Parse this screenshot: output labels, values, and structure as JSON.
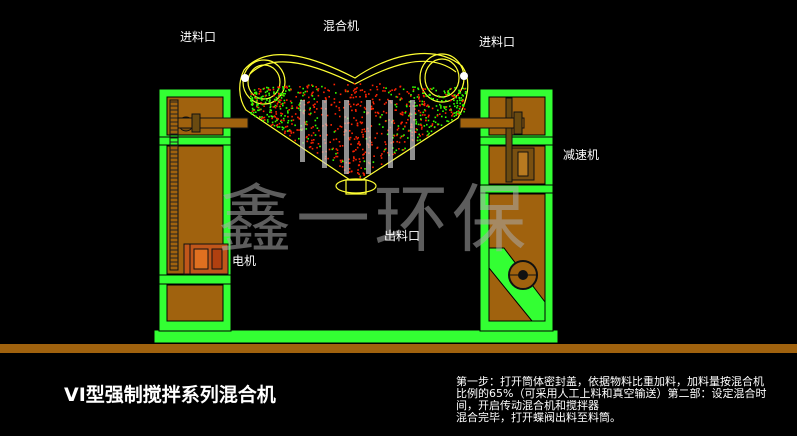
{
  "labels": {
    "top_center": "混合机",
    "inlet_left": "进料口",
    "inlet_right": "进料口",
    "reducer": "减速机",
    "outlet": "出料口",
    "motor": "电机"
  },
  "watermark": "鑫一环保",
  "title": "VI型强制搅拌系列混合机",
  "description": [
    "第一步：打开筒体密封盖，依据物料比重加料，加料量按混合机",
    "比例的65%（可采用人工上料和真空输送）第二部：设定混合时",
    "间，开启传动混合机和搅拌器",
    "混合完毕，打开蝶阀出料至料筒。"
  ],
  "colors": {
    "frame": "#33ff33",
    "panel": "#a0620e",
    "vessel": "#ffff33",
    "particles_a": "#ff2200",
    "particles_b": "#33ff00",
    "floor": "#a0620e",
    "motor": "#c0561a"
  }
}
